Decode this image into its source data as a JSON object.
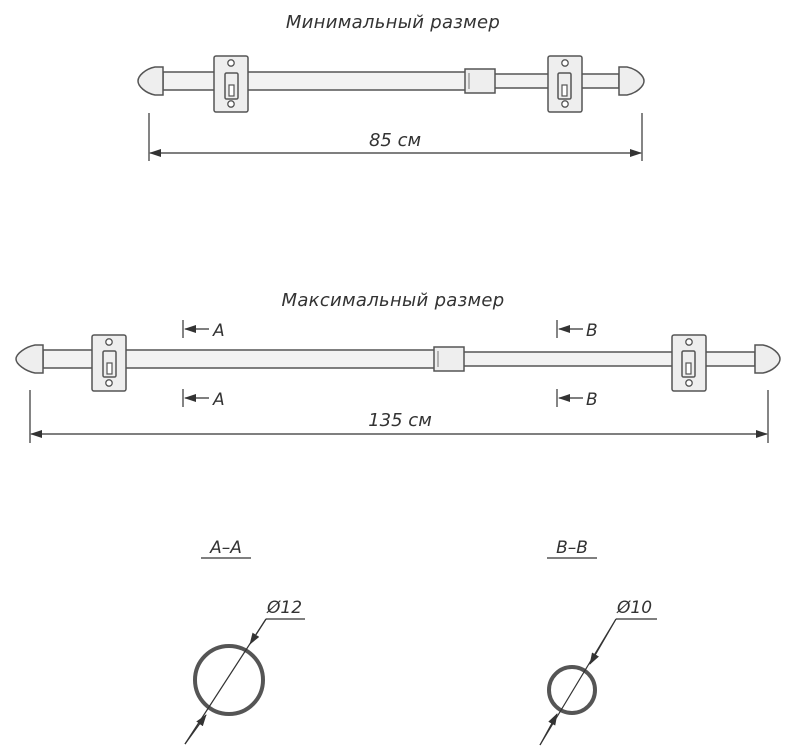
{
  "min_view": {
    "title": "Минимальный размер",
    "dimension": "85 см"
  },
  "max_view": {
    "title": "Максимальный размер",
    "dimension": "135 см"
  },
  "section_markers": {
    "a": "A",
    "b": "B"
  },
  "sections": [
    {
      "title": "A–A",
      "diameter": "Ø12"
    },
    {
      "title": "B–B",
      "diameter": "Ø10"
    }
  ]
}
